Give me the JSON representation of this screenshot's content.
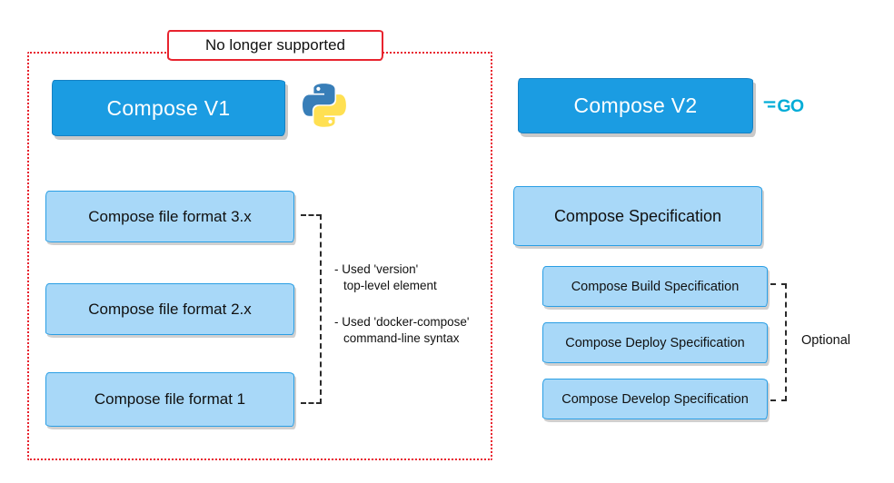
{
  "left_panel": {
    "badge": "No longer supported",
    "header": "Compose V1",
    "icon": "python-logo",
    "boxes": [
      "Compose file format 3.x",
      "Compose file format 2.x",
      "Compose file format 1"
    ],
    "annotations": [
      {
        "line1": "- Used 'version'",
        "line2": "top-level element"
      },
      {
        "line1": "- Used 'docker-compose'",
        "line2": "command-line syntax"
      }
    ]
  },
  "right_panel": {
    "header": "Compose V2",
    "icon": "go-logo",
    "spec_box": "Compose Specification",
    "sub_boxes": [
      "Compose Build Specification",
      "Compose Deploy Specification",
      "Compose Develop Specification"
    ],
    "bracket_label": "Optional"
  },
  "colors": {
    "header_blue": "#1b9ce2",
    "light_blue": "#a8d8f8",
    "box_border_blue": "#2a9ee4",
    "deprecated_red": "#e8232e",
    "go_teal": "#00ACD7",
    "python_blue": "#387EB8",
    "python_yellow": "#FFE052"
  }
}
